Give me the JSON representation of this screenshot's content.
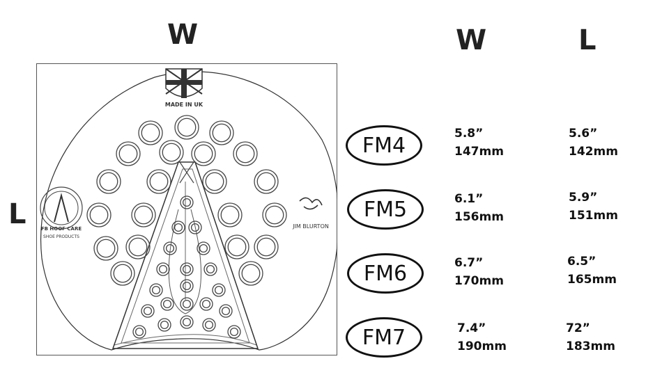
{
  "diagram": {
    "width_label": "W",
    "length_label": "L",
    "plate": {
      "top_mark": "MADE IN UK",
      "left_logo_text": "FB HOOF CARE",
      "left_logo_subtext": "SHOE PRODUCTS",
      "right_logo_text": "JIM BLURTON"
    }
  },
  "table": {
    "header_w": "W",
    "header_l": "L",
    "rows": [
      {
        "size": "FM4",
        "w_in": "5.8”",
        "w_mm": "147mm",
        "l_in": "5.6”",
        "l_mm": "142mm"
      },
      {
        "size": "FM5",
        "w_in": "6.1”",
        "w_mm": "156mm",
        "l_in": "5.9”",
        "l_mm": "151mm"
      },
      {
        "size": "FM6",
        "w_in": "6.7”",
        "w_mm": "170mm",
        "l_in": "6.5”",
        "l_mm": "165mm"
      },
      {
        "size": "FM7",
        "w_in": "7.4”",
        "w_mm": "190mm",
        "l_in": "72”",
        "l_mm": "183mm"
      }
    ]
  },
  "colors": {
    "line": "#333333",
    "text": "#111111",
    "background": "#ffffff"
  },
  "icons": [
    "union-jack-shield-icon",
    "hoof-care-logo-icon",
    "jim-blurton-logo-icon"
  ]
}
